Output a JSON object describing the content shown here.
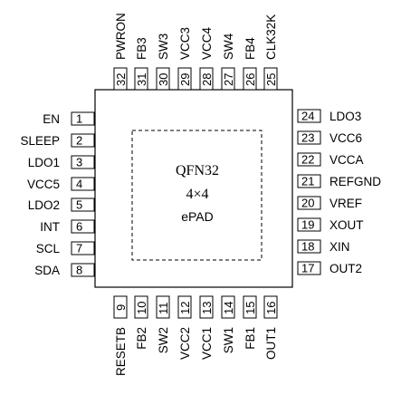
{
  "chip": {
    "package": "QFN32",
    "size": "4×4",
    "pad": "ePAD"
  },
  "pins": {
    "left": [
      {
        "num": "1",
        "name": "EN"
      },
      {
        "num": "2",
        "name": "SLEEP"
      },
      {
        "num": "3",
        "name": "LDO1"
      },
      {
        "num": "4",
        "name": "VCC5"
      },
      {
        "num": "5",
        "name": "LDO2"
      },
      {
        "num": "6",
        "name": "INT"
      },
      {
        "num": "7",
        "name": "SCL"
      },
      {
        "num": "8",
        "name": "SDA"
      }
    ],
    "bottom": [
      {
        "num": "9",
        "name": "RESETB"
      },
      {
        "num": "10",
        "name": "FB2"
      },
      {
        "num": "11",
        "name": "SW2"
      },
      {
        "num": "12",
        "name": "VCC2"
      },
      {
        "num": "13",
        "name": "VCC1"
      },
      {
        "num": "14",
        "name": "SW1"
      },
      {
        "num": "15",
        "name": "FB1"
      },
      {
        "num": "16",
        "name": "OUT1"
      }
    ],
    "right": [
      {
        "num": "17",
        "name": "OUT2"
      },
      {
        "num": "18",
        "name": "XIN"
      },
      {
        "num": "19",
        "name": "XOUT"
      },
      {
        "num": "20",
        "name": "VREF"
      },
      {
        "num": "21",
        "name": "REFGND"
      },
      {
        "num": "22",
        "name": "VCCA"
      },
      {
        "num": "23",
        "name": "VCC6"
      },
      {
        "num": "24",
        "name": "LDO3"
      }
    ],
    "top": [
      {
        "num": "25",
        "name": "CLK32K"
      },
      {
        "num": "26",
        "name": "FB4"
      },
      {
        "num": "27",
        "name": "SW4"
      },
      {
        "num": "28",
        "name": "VCC4"
      },
      {
        "num": "29",
        "name": "VCC3"
      },
      {
        "num": "30",
        "name": "SW3"
      },
      {
        "num": "31",
        "name": "FB3"
      },
      {
        "num": "32",
        "name": "PWRON"
      }
    ]
  }
}
